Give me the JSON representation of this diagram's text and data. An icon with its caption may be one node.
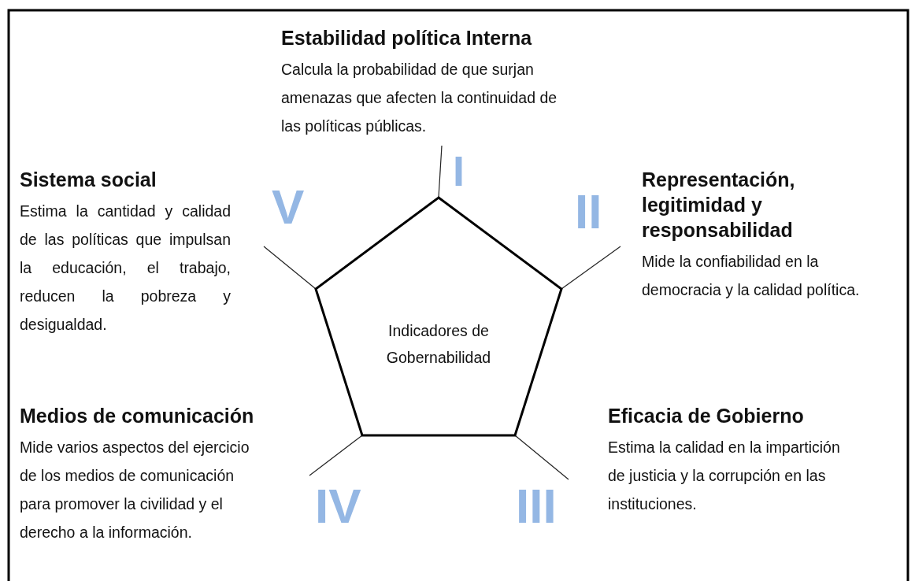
{
  "diagram": {
    "nodes": [
      {
        "text": [
          "Estabilidad política Interna",
          "Calcula la probabilidad de que surjan amenazas que afecten la continuidad de las políticas públicas."
        ]
      },
      {
        "text": [
          "Sistema social",
          "Estima la cantidad y calidad de las políticas que impulsan la educación, el trabajo, reducen la pobreza y desigualdad."
        ]
      },
      {
        "text": [
          "Representación, legitimidad y responsabilidad",
          "Mide la confiabilidad en la democracia y la calidad política."
        ]
      },
      {
        "text": [
          "Indicadores de Gobernabilidad"
        ]
      },
      {
        "text": [
          "Medios de comunicación",
          "Mide varios aspectos del ejercicio de los medios de comunicación para promover la civilidad y el derecho a la información."
        ]
      },
      {
        "text": [
          "Eficacia de Gobierno",
          "Estima la calidad en la impartición de justicia y la corrupción en las instituciones."
        ]
      }
    ],
    "edges": [
      {
        "from": 3,
        "to": 0,
        "arrow": "none"
      },
      {
        "from": 3,
        "to": 1,
        "arrow": "none"
      },
      {
        "from": 3,
        "to": 2,
        "arrow": "none"
      },
      {
        "from": 3,
        "to": 4,
        "arrow": "none"
      },
      {
        "from": 3,
        "to": 5,
        "arrow": "none"
      }
    ],
    "labels": [
      "I",
      "V",
      "II",
      "IV",
      "III"
    ]
  }
}
